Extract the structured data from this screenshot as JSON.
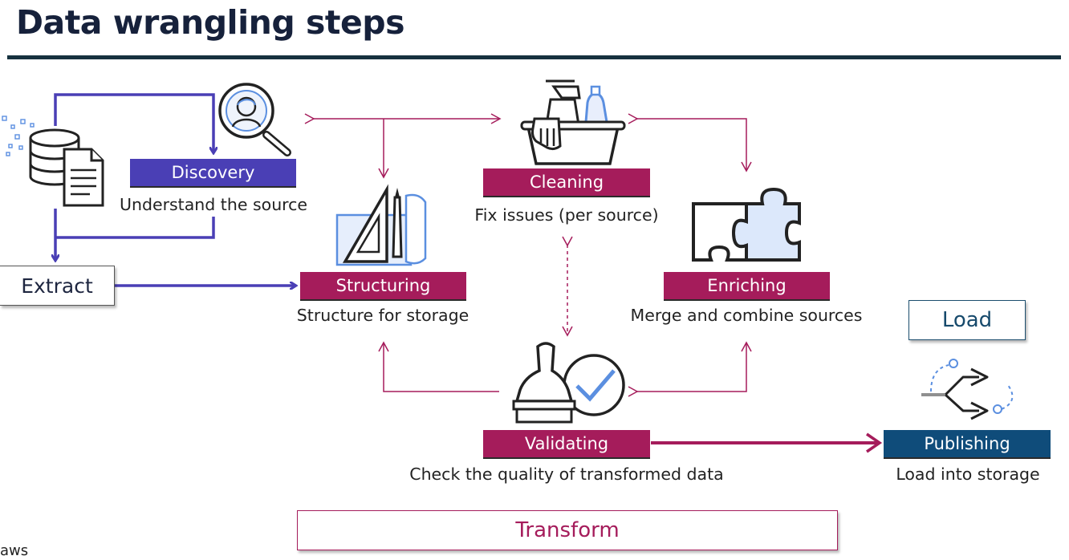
{
  "title": "Data wrangling steps",
  "steps": {
    "discovery": {
      "label": "Discovery",
      "desc": "Understand the source"
    },
    "cleaning": {
      "label": "Cleaning",
      "desc": "Fix issues (per source)"
    },
    "structuring": {
      "label": "Structuring",
      "desc": "Structure for storage"
    },
    "enriching": {
      "label": "Enriching",
      "desc": "Merge and combine sources"
    },
    "validating": {
      "label": "Validating",
      "desc": "Check the quality of transformed data"
    },
    "publishing": {
      "label": "Publishing",
      "desc": "Load into storage"
    }
  },
  "boxes": {
    "extract": "Extract",
    "load": "Load",
    "transform": "Transform"
  },
  "footer": {
    "logo_text": "aws"
  },
  "icons": {
    "sources": "database-document-icon",
    "discovery": "magnifier-person-icon",
    "cleaning": "cleaning-supplies-icon",
    "structuring": "blueprint-tools-icon",
    "enriching": "puzzle-pieces-icon",
    "validating": "stamp-check-icon",
    "publishing": "publish-arrows-icon"
  },
  "colors": {
    "purple": "#4a3fb5",
    "magenta": "#a51c5b",
    "navy": "#0f4c7a",
    "title": "#16213b",
    "light_blue": "#5b8fe0"
  }
}
